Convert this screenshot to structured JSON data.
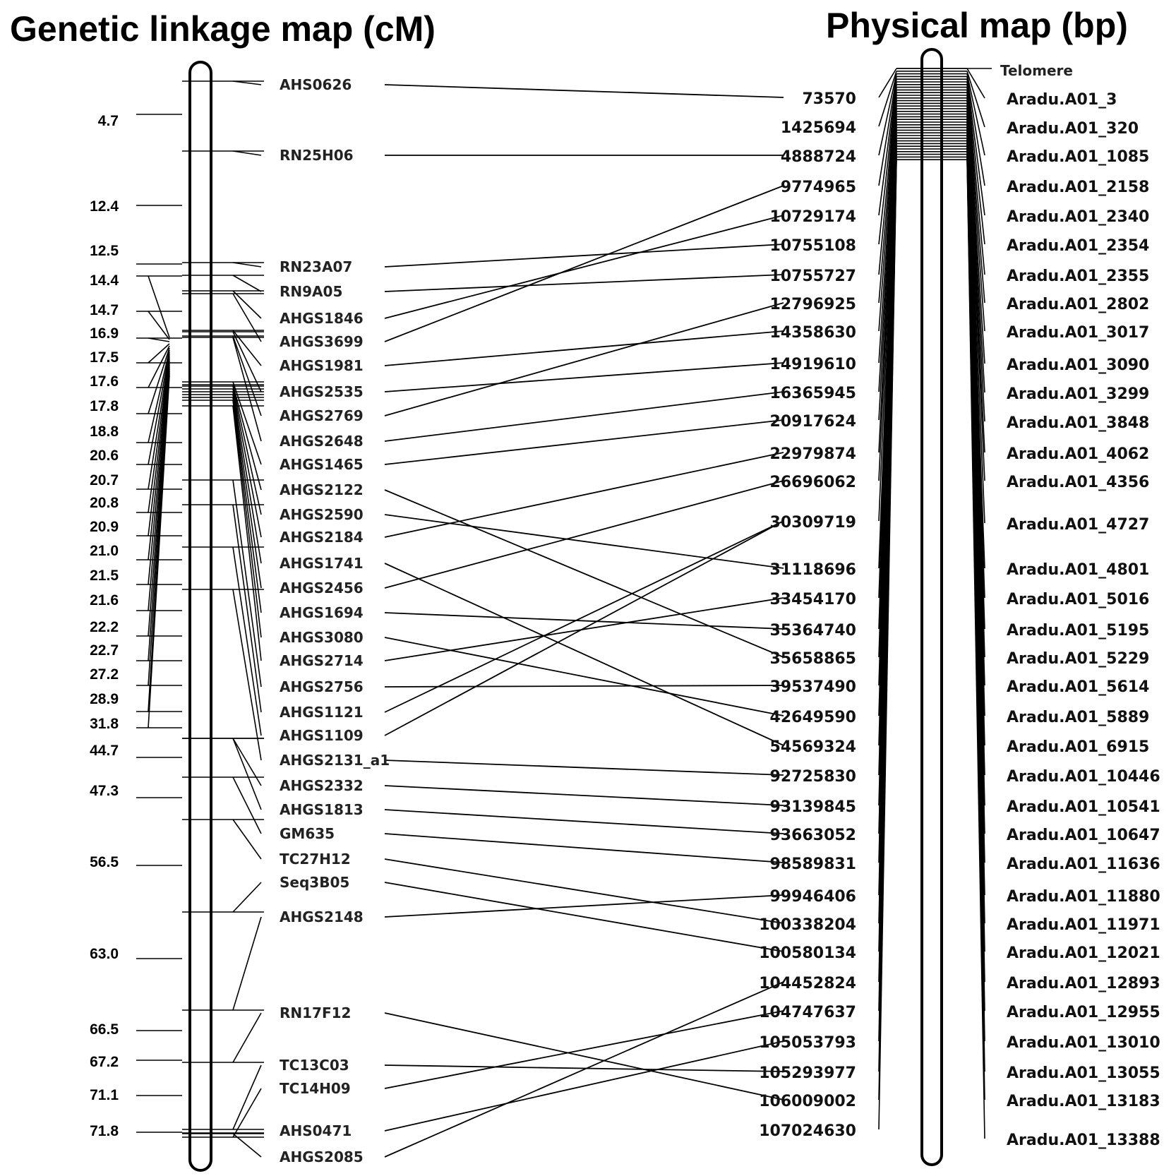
{
  "titles": {
    "genetic": "Genetic linkage map (cM)",
    "physical": "Physical map (bp)"
  },
  "cm_positions": [
    "4.7",
    "12.4",
    "12.5",
    "14.4",
    "14.7",
    "16.9",
    "17.5",
    "17.6",
    "17.8",
    "18.8",
    "20.6",
    "20.7",
    "20.8",
    "20.9",
    "21.0",
    "21.5",
    "21.6",
    "22.2",
    "22.7",
    "27.2",
    "28.9",
    "31.8",
    "44.7",
    "47.3",
    "56.5",
    "63.0",
    "66.5",
    "67.2",
    "71.1",
    "71.8"
  ],
  "markers": [
    "AHS0626",
    "RN25H06",
    "RN23A07",
    "RN9A05",
    "AHGS1846",
    "AHGS3699",
    "AHGS1981",
    "AHGS2535",
    "AHGS2769",
    "AHGS2648",
    "AHGS1465",
    "AHGS2122",
    "AHGS2590",
    "AHGS2184",
    "AHGS1741",
    "AHGS2456",
    "AHGS1694",
    "AHGS3080",
    "AHGS2714",
    "AHGS2756",
    "AHGS1121",
    "AHGS1109",
    "AHGS2131_a1",
    "AHGS2332",
    "AHGS1813",
    "GM635",
    "TC27H12",
    "Seq3B05",
    "AHGS2148",
    "RN17F12",
    "TC13C03",
    "TC14H09",
    "AHS0471",
    "AHGS2085"
  ],
  "bp_positions": [
    "73570",
    "1425694",
    "4888724",
    "9774965",
    "10729174",
    "10755108",
    "10755727",
    "12796925",
    "14358630",
    "14919610",
    "16365945",
    "20917624",
    "22979874",
    "26696062",
    "30309719",
    "31118696",
    "33454170",
    "35364740",
    "35658865",
    "39537490",
    "42649590",
    "54569324",
    "92725830",
    "93139845",
    "93663052",
    "98589831",
    "99946406",
    "100338204",
    "100580134",
    "104452824",
    "104747637",
    "105053793",
    "105293977",
    "106009002",
    "107024630"
  ],
  "telomere_label": "Telomere",
  "genes": [
    "Aradu.A01_3",
    "Aradu.A01_320",
    "Aradu.A01_1085",
    "Aradu.A01_2158",
    "Aradu.A01_2340",
    "Aradu.A01_2354",
    "Aradu.A01_2355",
    "Aradu.A01_2802",
    "Aradu.A01_3017",
    "Aradu.A01_3090",
    "Aradu.A01_3299",
    "Aradu.A01_3848",
    "Aradu.A01_4062",
    "Aradu.A01_4356",
    "Aradu.A01_4727",
    "Aradu.A01_4801",
    "Aradu.A01_5016",
    "Aradu.A01_5195",
    "Aradu.A01_5229",
    "Aradu.A01_5614",
    "Aradu.A01_5889",
    "Aradu.A01_6915",
    "Aradu.A01_10446",
    "Aradu.A01_10541",
    "Aradu.A01_10647",
    "Aradu.A01_11636",
    "Aradu.A01_11880",
    "Aradu.A01_11971",
    "Aradu.A01_12021",
    "Aradu.A01_12893",
    "Aradu.A01_12955",
    "Aradu.A01_13010",
    "Aradu.A01_13055",
    "Aradu.A01_13183",
    "Aradu.A01_13388"
  ],
  "links": [
    [
      "AHS0626",
      "73570"
    ],
    [
      "RN25H06",
      "4888724"
    ],
    [
      "RN23A07",
      "10755108"
    ],
    [
      "RN9A05",
      "10755727"
    ],
    [
      "AHGS1846",
      "10729174"
    ],
    [
      "AHGS3699",
      "9774965"
    ],
    [
      "AHGS1981",
      "14358630"
    ],
    [
      "AHGS2535",
      "14919610"
    ],
    [
      "AHGS2769",
      "12796925"
    ],
    [
      "AHGS2648",
      "16365945"
    ],
    [
      "AHGS1465",
      "20917624"
    ],
    [
      "AHGS2122",
      "35658865"
    ],
    [
      "AHGS2590",
      "31118696"
    ],
    [
      "AHGS2184",
      "22979874"
    ],
    [
      "AHGS1741",
      "54569324"
    ],
    [
      "AHGS2456",
      "26696062"
    ],
    [
      "AHGS1694",
      "35364740"
    ],
    [
      "AHGS3080",
      "42649590"
    ],
    [
      "AHGS2714",
      "33454170"
    ],
    [
      "AHGS2756",
      "39537490"
    ],
    [
      "AHGS1121",
      "30309719"
    ],
    [
      "AHGS1109",
      "30309719"
    ],
    [
      "AHGS2131_a1",
      "92725830"
    ],
    [
      "AHGS2332",
      "93139845"
    ],
    [
      "AHGS1813",
      "93663052"
    ],
    [
      "GM635",
      "98589831"
    ],
    [
      "TC27H12",
      "100338204"
    ],
    [
      "Seq3B05",
      "100580134"
    ],
    [
      "AHGS2148",
      "99946406"
    ],
    [
      "RN17F12",
      "106009002"
    ],
    [
      "TC13C03",
      "105293977"
    ],
    [
      "TC14H09",
      "104747637"
    ],
    [
      "AHS0471",
      "105053793"
    ],
    [
      "AHGS2085",
      "104452824"
    ]
  ]
}
